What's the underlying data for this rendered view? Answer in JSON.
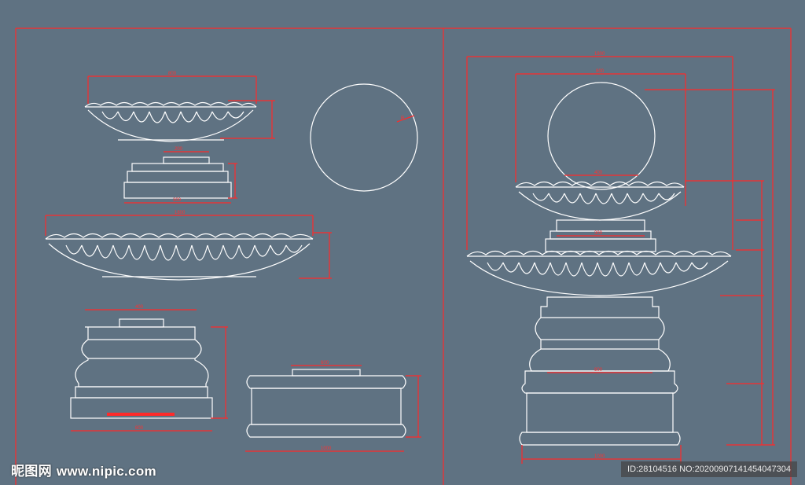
{
  "drawing": {
    "background": "#5f7282",
    "line_color": "#ffffff",
    "dimension_color": "#ff2a2a",
    "dimension_labels": {
      "top_bowl_width": "800",
      "top_bowl_height": "",
      "small_base_width": "300",
      "small_base_top": "200",
      "sphere_radius": "R",
      "large_bowl_width": "1800",
      "pedestal_top": "400",
      "pedestal_width": "800",
      "plinth_top": "600",
      "plinth_width": "1000",
      "assembly_total": "1800",
      "assembly_inner": "800",
      "assembly_sphere_base": "400",
      "assembly_neck": "300",
      "assembly_body": "800",
      "assembly_base": "1000"
    }
  },
  "watermark": {
    "site_cn": "昵图网",
    "site_url": "www.nipic.com",
    "id_text": "ID:28104516 NO:20200907141454047304"
  }
}
